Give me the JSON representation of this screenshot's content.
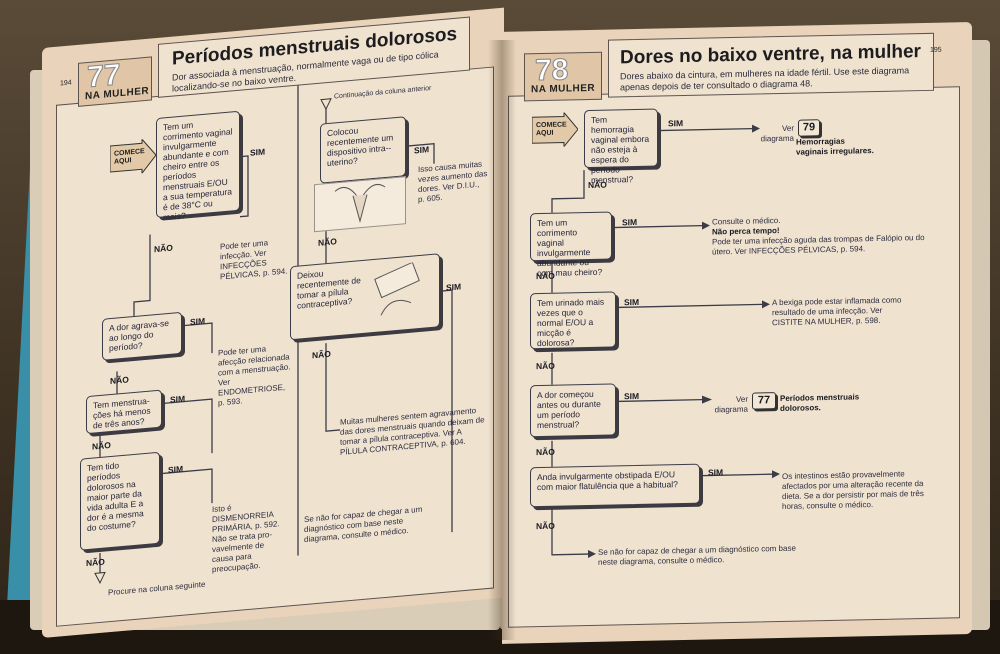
{
  "left_page": {
    "page_number": "194",
    "chapter_number": "77",
    "chapter_label": "NA MULHER",
    "title": "Períodos menstruais dolorosos",
    "subtitle": "Dor associada à menstruação, normalmente vaga ou de tipo cólica localizando-se no baixo ventre.",
    "start_label": "COMECE AQUI",
    "col1": {
      "q1": "Tem um corrimento vaginal invulgarmente abundante e com cheiro entre os períodos menstruais E/OU a sua temperatura é de 38°C ou mais?",
      "q1_yes": "SIM",
      "q1_no": "NÃO",
      "a1": "Pode ter uma infecção. Ver INFECÇÕES PÉLVICAS, p. 594.",
      "q2": "A dor agrava-se ao longo do período?",
      "q2_yes": "SIM",
      "q2_no": "NÃO",
      "a2": "Pode ter uma afecção relacionada com a menstruação. Ver ENDOMETRIOSE, p. 593.",
      "q3": "Tem menstrua-ções há menos de três anos?",
      "q3_yes": "SIM",
      "q3_no": "NÃO",
      "q4": "Tem tido períodos dolorosos na maior parte da vida adulta E a dor é a mesma do costume?",
      "q4_yes": "SIM",
      "q4_no": "NÃO",
      "a4": "Isto é DISMENORREIA PRIMÁRIA, p. 592. Não se trata pro-vavelmente de causa para preocupação.",
      "continue": "Procure na coluna seguinte"
    },
    "col2": {
      "continued": "Continuação da coluna anterior",
      "q5": "Colocou recentemente um dispositivo intra--uterino?",
      "q5_yes": "SIM",
      "q5_no": "NÃO",
      "a5": "Isso causa muitas vezes aumento das dores. Ver D.I.U., p. 605.",
      "q6": "Deixou recentemente de tomar a pílula contraceptiva?",
      "q6_yes": "SIM",
      "q6_no": "NÃO",
      "a6": "Muitas mulheres sentem agravamento das dores menstruais quando deixam de tomar a pílula contraceptiva. Ver A PÍLULA CONTRACEPTIVA, p. 604.",
      "final": "Se não for capaz de chegar a um diagnóstico com base neste diagrama, consulte o médico."
    }
  },
  "right_page": {
    "page_number": "195",
    "chapter_number": "78",
    "chapter_label": "NA MULHER",
    "title": "Dores no baixo ventre, na mulher",
    "subtitle": "Dores abaixo da cintura, em mulheres na idade fértil. Use este diagrama apenas depois de ter consultado o diagrama 48.",
    "start_label": "COMECE AQUI",
    "q1": "Tem hemorragia vaginal embora não esteja à espera do período menstrual?",
    "q1_yes": "SIM",
    "q1_no": "NÃO",
    "ref1_pre": "Ver diagrama",
    "ref1_num": "79",
    "ref1_text": "Hemorragias vaginais irregulares.",
    "q2": "Tem um corrimento vaginal invulgarmente abundante ou com mau cheiro?",
    "q2_yes": "SIM",
    "q2_no": "NÃO",
    "a2_1": "Consulte o médico.",
    "a2_2": "Não perca tempo!",
    "a2_3": "Pode ter uma infecção aguda das trompas de Falópio ou do útero. Ver INFECÇÕES PÉLVICAS, p. 594.",
    "q3": "Tem urinado mais vezes que o normal E/OU a micção é dolorosa?",
    "q3_yes": "SIM",
    "q3_no": "NÃO",
    "a3": "A bexiga pode estar inflamada como resultado de uma infecção. Ver CISTITE NA MULHER, p. 598.",
    "q4": "A dor começou antes ou durante um período menstrual?",
    "q4_yes": "SIM",
    "q4_no": "NÃO",
    "ref4_pre": "Ver diagrama",
    "ref4_num": "77",
    "ref4_text": "Períodos menstruais dolorosos.",
    "q5": "Anda invulgarmente obstipada E/OU com maior flatulência que a habitual?",
    "q5_yes": "SIM",
    "q5_no": "NÃO",
    "a5": "Os intestinos estão provavelmente afectados por uma alteração recente da dieta. Se a dor persistir por mais de três horas, consulte o médico.",
    "final": "Se não for capaz de chegar a um diagnóstico com base neste diagrama, consulte o médico."
  }
}
